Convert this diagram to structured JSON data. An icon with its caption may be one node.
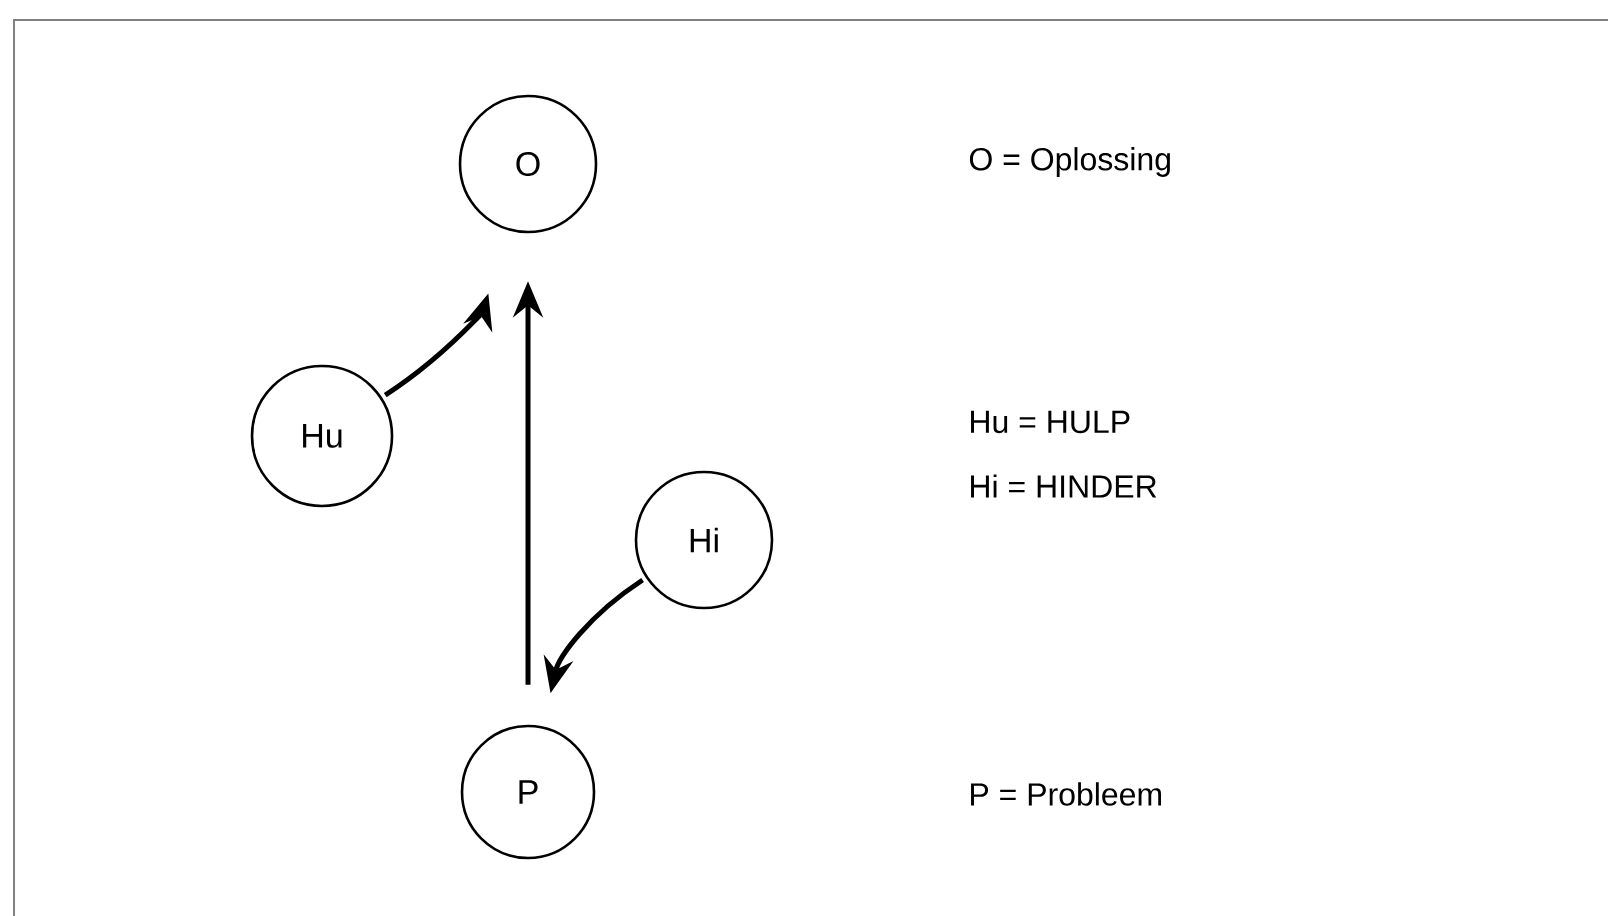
{
  "diagram": {
    "nodes": [
      {
        "text": [
          "O"
        ]
      },
      {
        "text": [
          "Hu"
        ]
      },
      {
        "text": [
          "Hi"
        ]
      },
      {
        "text": [
          "P"
        ]
      }
    ],
    "edges": [
      {
        "from": 3,
        "to": 0,
        "arrow": "to"
      },
      {
        "from": 1,
        "to": 0,
        "arrow": "to"
      },
      {
        "from": 2,
        "to": 3,
        "arrow": "to"
      }
    ],
    "labels": [
      "O = Oplossing",
      "Hu = HULP",
      "Hi  = HINDER",
      "P = Probleem"
    ]
  }
}
